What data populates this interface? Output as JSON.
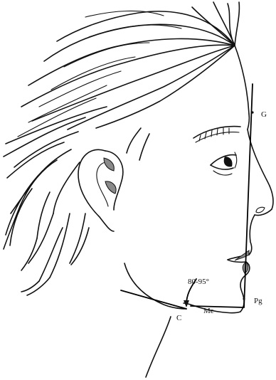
{
  "diagram": {
    "labels": {
      "g": "G",
      "pg": "Pg",
      "me": "Me",
      "c": "C",
      "angle": "80-95°"
    },
    "colors": {
      "ink": "#111111",
      "shade": "#8a8a8a",
      "background": "#ffffff"
    }
  }
}
